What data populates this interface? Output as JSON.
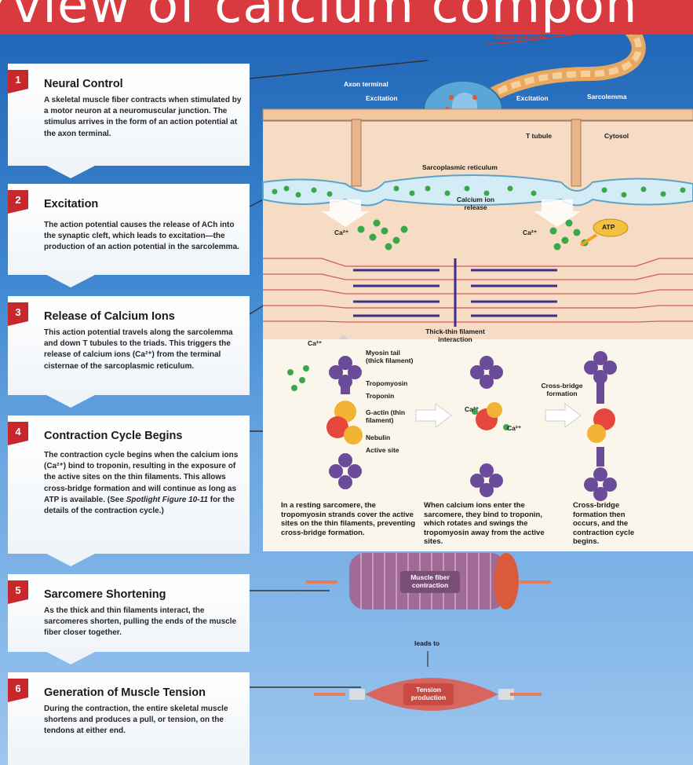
{
  "title": "rview of calcium compon",
  "steps": [
    {
      "num": "1",
      "title": "Neural Control",
      "body": "A skeletal muscle fiber contracts when stimulated by a motor neuron at a neuromuscular junction. The stimulus arrives in the form of an action potential at the axon terminal."
    },
    {
      "num": "2",
      "title": "Excitation",
      "body": "The action potential causes the release of ACh into the synaptic cleft, which leads to excitation—the production of an action potential in the sarcolemma."
    },
    {
      "num": "3",
      "title": "Release of Calcium Ions",
      "body": "This action potential travels along the sarcolemma and down T tubules to the triads. This triggers the release of calcium ions (Ca²⁺) from the terminal cisternae of the sarcoplasmic reticulum."
    },
    {
      "num": "4",
      "title": "Contraction Cycle Begins",
      "body_a": "The contraction cycle begins when the calcium ions (Ca²⁺) bind to troponin, resulting in the exposure of the active sites on the thin filaments. This allows cross-bridge formation and will continue as long as ATP is available. (See ",
      "body_em": "Spotlight Figure 10-11",
      "body_b": " for the details of the contraction cycle.)"
    },
    {
      "num": "5",
      "title": "Sarcomere Shortening",
      "body": "As the thick and thin filaments interact, the sarcomeres shorten, pulling the ends of the muscle fiber closer together."
    },
    {
      "num": "6",
      "title": "Generation of Muscle Tension",
      "body": "During the contraction, the entire skeletal muscle shortens and produces a pull, or tension, on the tendons at either end."
    }
  ],
  "labels": {
    "action_potential": "Action potential",
    "axon_terminal": "Axon terminal",
    "excitation": "Excitation",
    "sarcolemma": "Sarcolemma",
    "t_tubule": "T tubule",
    "cytosol": "Cytosol",
    "sarcoplasmic_reticulum": "Sarcoplasmic reticulum",
    "calcium_ion_release": "Calcium ion release",
    "ca": "Ca²⁺",
    "atp": "ATP",
    "thick_thin": "Thick-thin filament interaction",
    "myosin_tail": "Myosin tail (thick filament)",
    "tropomyosin": "Tropomyosin",
    "troponin": "Troponin",
    "g_actin": "G-actin (thin filament)",
    "nebulin": "Nebulin",
    "active_site": "Active site",
    "cross_bridge": "Cross-bridge formation",
    "muscle_fiber_contraction": "Muscle fiber contraction",
    "leads_to": "leads to",
    "tension_production": "Tension production"
  },
  "captions": {
    "resting": "In a resting sarcomere, the tropomyosin strands cover the active sites on the thin filaments, preventing cross-bridge formation.",
    "calcium_enter": "When calcium ions enter the sarcomere, they bind to troponin, which rotates and swings the tropomyosin away from the active sites.",
    "cross_bridge": "Cross-bridge formation then occurs, and the contraction cycle begins."
  },
  "colors": {
    "title_bar": "#d83a3f",
    "badge": "#c8282c",
    "calcium": "#3aa84a",
    "myosin": "#6b4c9a",
    "cytosol": "#f6dcc4",
    "atp": "#f3c040"
  }
}
